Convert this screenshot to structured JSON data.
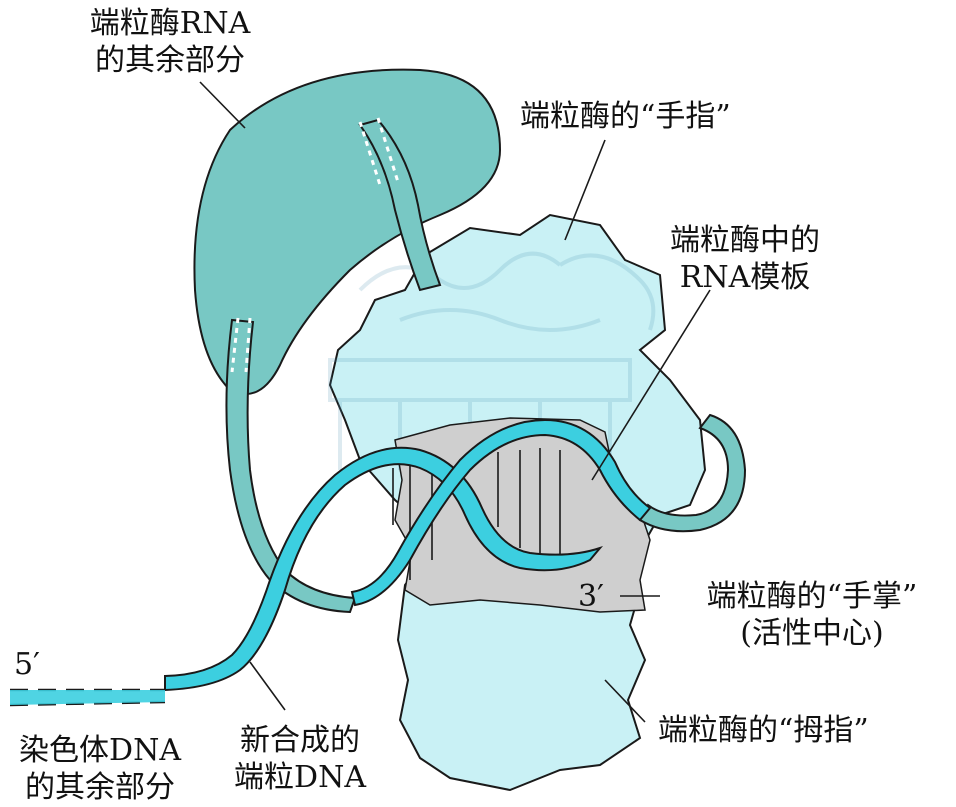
{
  "labels": {
    "rna_rest_line1": "端粒酶RNA",
    "rna_rest_line2": "的其余部分",
    "fingers": "端粒酶的“手指”",
    "rna_template_line1": "端粒酶中的",
    "rna_template_line2": "RNA模板",
    "palm_line1": "端粒酶的“手掌”",
    "palm_line2": "(活性中心)",
    "thumb": "端粒酶的“拇指”",
    "new_dna_line1": "新合成的",
    "new_dna_line2": "端粒DNA",
    "chromosome_line1": "染色体DNA",
    "chromosome_line2": "的其余部分",
    "end_5prime": "5′",
    "end_3prime": "3′"
  },
  "colors": {
    "rna_body": "#78c8c4",
    "protein": "#c9f1f5",
    "palm_region": "#cfcfcf",
    "dna_strand": "#3ccfe0",
    "outline": "#1a1a1a"
  }
}
